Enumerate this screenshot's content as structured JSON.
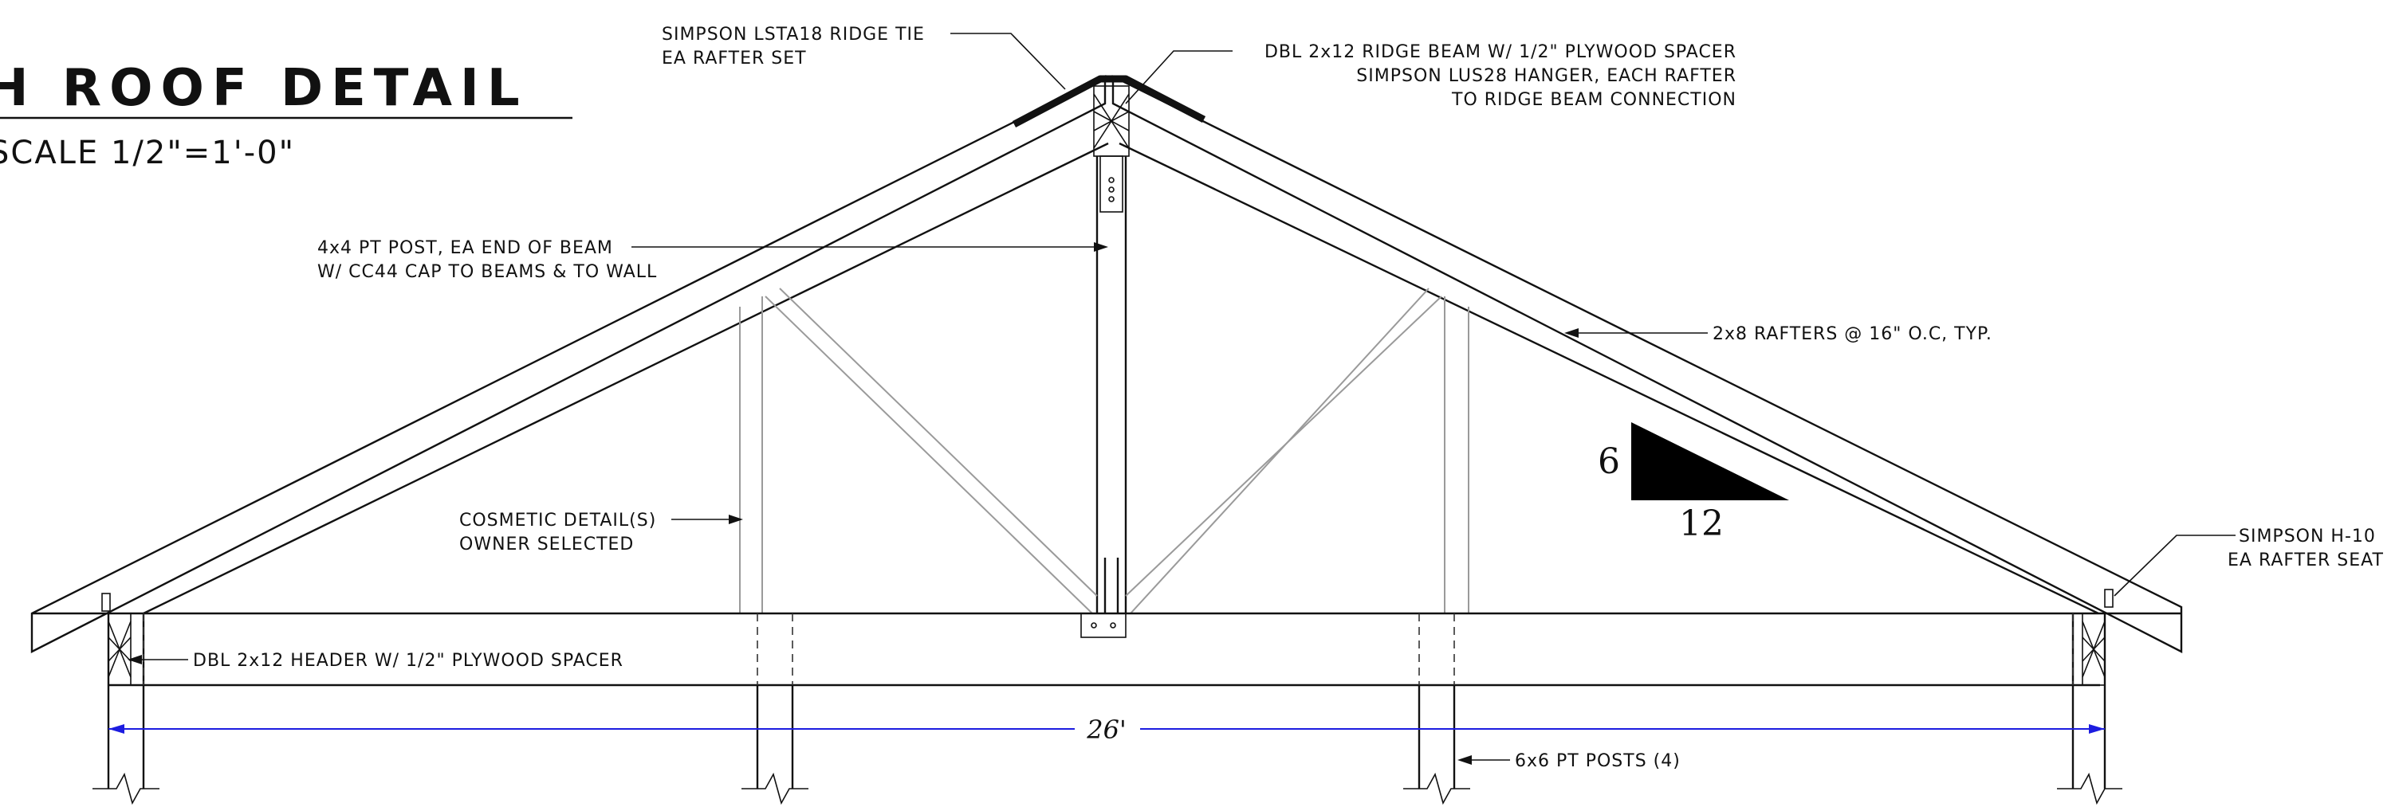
{
  "title": {
    "text": "H ROOF DETAIL",
    "scale": "SCALE 1/2\"=1'-0\""
  },
  "callouts": {
    "ridge_tie_line1": "SIMPSON LSTA18 RIDGE TIE",
    "ridge_tie_line2": "EA RAFTER SET",
    "ridge_beam_line1": "DBL 2x12 RIDGE BEAM W/ 1/2\" PLYWOOD SPACER",
    "ridge_beam_line2": "SIMPSON LUS28 HANGER, EACH RAFTER",
    "ridge_beam_line3": "TO RIDGE BEAM CONNECTION",
    "post_line1": "4x4 PT POST, EA END OF BEAM",
    "post_line2": "W/ CC44 CAP TO BEAMS & TO WALL",
    "rafters": "2x8 RAFTERS @ 16\" O.C, TYP.",
    "cosmetic_line1": "COSMETIC DETAIL(S)",
    "cosmetic_line2": "OWNER SELECTED",
    "rafter_seat_line1": "SIMPSON H-10",
    "rafter_seat_line2": "EA RAFTER SEAT",
    "header": "DBL 2x12 HEADER W/ 1/2\" PLYWOOD SPACER",
    "posts": "6x6 PT POSTS (4)"
  },
  "slope": {
    "rise": "6",
    "run": "12"
  },
  "dimension": {
    "span": "26'"
  },
  "colors": {
    "linework": "#111111",
    "cosmetic": "#9a9a9a",
    "dimension": "#1c1ce0"
  }
}
